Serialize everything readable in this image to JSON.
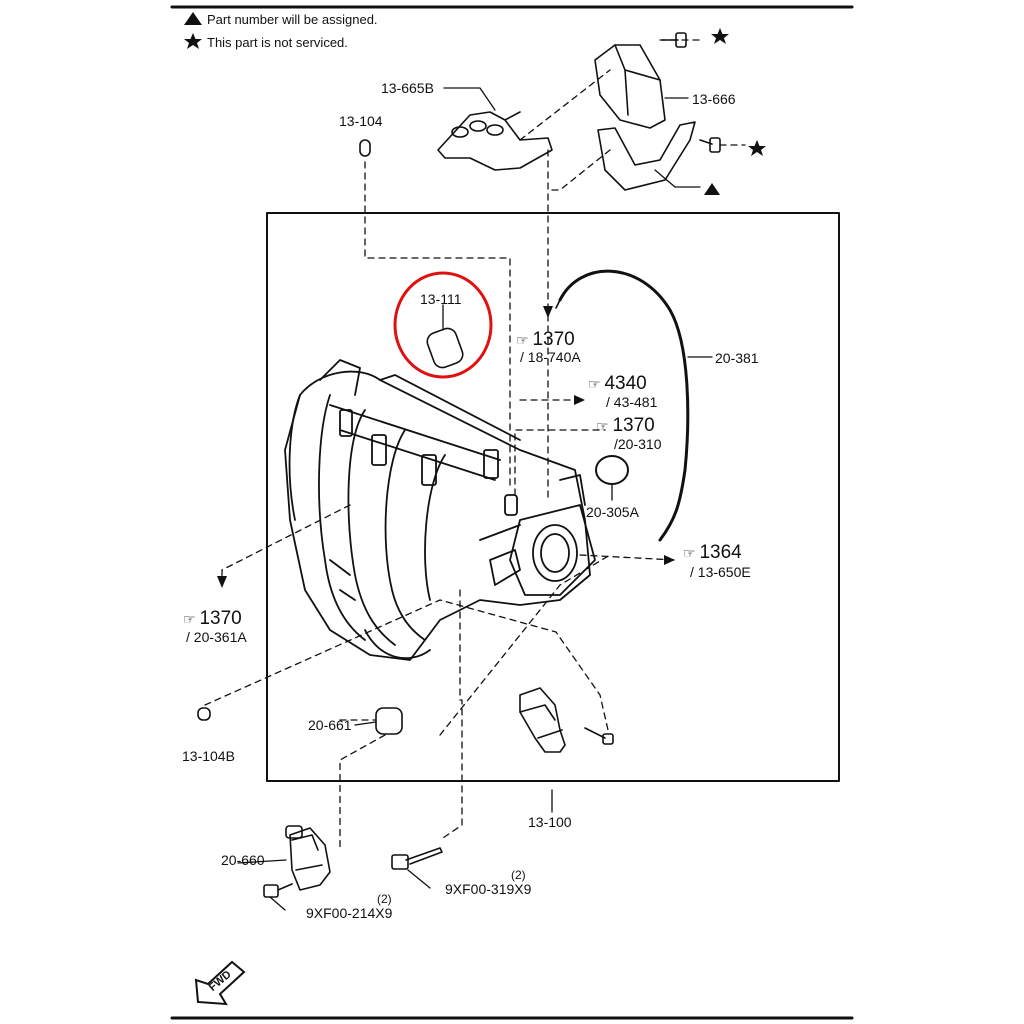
{
  "legend": {
    "triangle_text": "Part number will be assigned.",
    "star_text": "This part is not serviced."
  },
  "parts": {
    "p13_665B": "13-665B",
    "p13_104": "13-104",
    "p13_666": "13-666",
    "p13_111": "13-111",
    "p20_381": "20-381",
    "p20_305A": "20-305A",
    "p13_104B": "13-104B",
    "p20_661": "20-661",
    "p13_100": "13-100",
    "p20_660": "20-660"
  },
  "refs": {
    "r1": {
      "num": "1370",
      "sub": "/ 18-740A"
    },
    "r2": {
      "num": "4340",
      "sub": "/ 43-481"
    },
    "r3": {
      "num": "1370",
      "sub": "/20-310"
    },
    "r4": {
      "num": "1364",
      "sub": "/ 13-650E"
    },
    "r5": {
      "num": "1370",
      "sub": "/ 20-361A"
    }
  },
  "bolts": {
    "b1": {
      "code": "9XF00-319X9",
      "qty": "(2)"
    },
    "b2": {
      "code": "9XF00-214X9",
      "qty": "(2)"
    }
  },
  "fwd": "FWD",
  "colors": {
    "highlight": "#e01010",
    "ink": "#111111"
  }
}
